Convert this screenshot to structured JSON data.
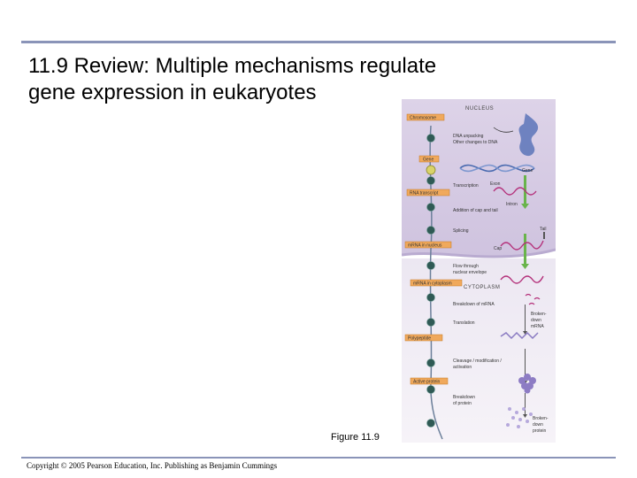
{
  "slide": {
    "title": "11.9 Review: Multiple mechanisms regulate gene expression in eukaryotes",
    "caption": "Figure 11.9",
    "copyright": "Copyright © 2005 Pearson Education, Inc. Publishing as Benjamin Cummings"
  },
  "figure": {
    "regions": {
      "nucleus": "NUCLEUS",
      "cytoplasm": "CYTOPLASM"
    },
    "boxes": {
      "chromosome": "Chromosome",
      "gene": "Gene",
      "rna_transcript": "RNA transcript",
      "mrna_nucleus": "mRNA in nucleus",
      "mrna_cytoplasm": "mRNA in cytoplasm",
      "polypeptide": "Polypeptide",
      "active_protein": "Active protein"
    },
    "steps": {
      "unpacking_1": "DNA unpacking",
      "unpacking_2": "Other changes to DNA",
      "transcription": "Transcription",
      "capping": "Addition of cap and tail",
      "splicing": "Splicing",
      "flow_1": "Flow through",
      "flow_2": "nuclear envelope",
      "breakdown_mrna": "Breakdown of mRNA",
      "translation": "Translation",
      "cleavage_1": "Cleavage / modification /",
      "cleavage_2": "activation",
      "breakdown_protein_1": "Breakdown",
      "breakdown_protein_2": "of protein"
    },
    "labels": {
      "gene": "Gene",
      "exon": "Exon",
      "intron": "Intron",
      "tail": "Tail",
      "cap": "Cap",
      "broken_mrna_1": "Broken-",
      "broken_mrna_2": "down",
      "broken_mrna_3": "mRNA",
      "broken_protein_1": "Broken-",
      "broken_protein_2": "down",
      "broken_protein_3": "protein"
    }
  }
}
